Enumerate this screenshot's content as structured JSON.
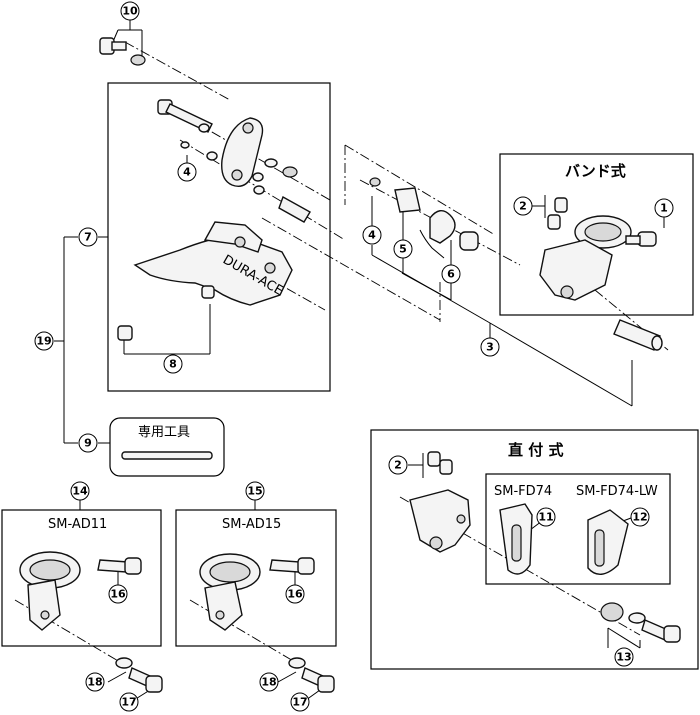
{
  "callouts": {
    "n1": "1",
    "n2a": "2",
    "n2b": "2",
    "n3": "3",
    "n4a": "4",
    "n4b": "4",
    "n5": "5",
    "n6": "6",
    "n7": "7",
    "n8": "8",
    "n9": "9",
    "n10": "10",
    "n11": "11",
    "n12": "12",
    "n13": "13",
    "n14": "14",
    "n15": "15",
    "n16a": "16",
    "n16b": "16",
    "n17a": "17",
    "n17b": "17",
    "n18a": "18",
    "n18b": "18",
    "n19": "19"
  },
  "labels": {
    "band_type": "バンド式",
    "direct_mount": "直 付 式",
    "special_tool": "専用工具",
    "sm_ad11": "SM-AD11",
    "sm_ad15": "SM-AD15",
    "sm_fd74": "SM-FD74",
    "sm_fd74_lw": "SM-FD74-LW",
    "brand_mark": "DURA-ACE"
  }
}
